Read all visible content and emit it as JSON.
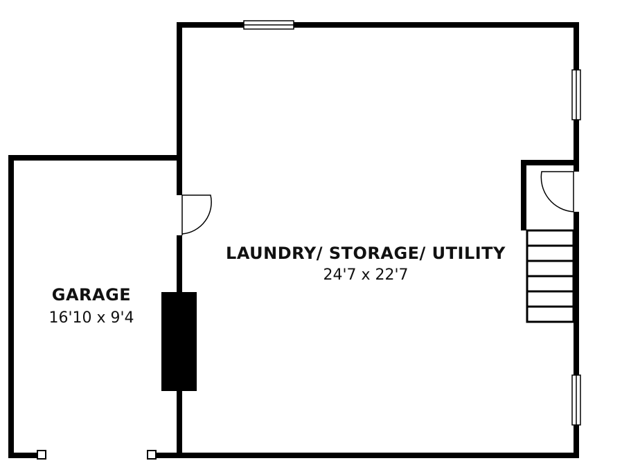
{
  "rooms": {
    "laundry": {
      "name": "LAUNDRY/ STORAGE/ UTILITY",
      "dimensions": "24'7 x 22'7"
    },
    "garage": {
      "name": "GARAGE",
      "dimensions": "16'10 x 9'4"
    }
  }
}
